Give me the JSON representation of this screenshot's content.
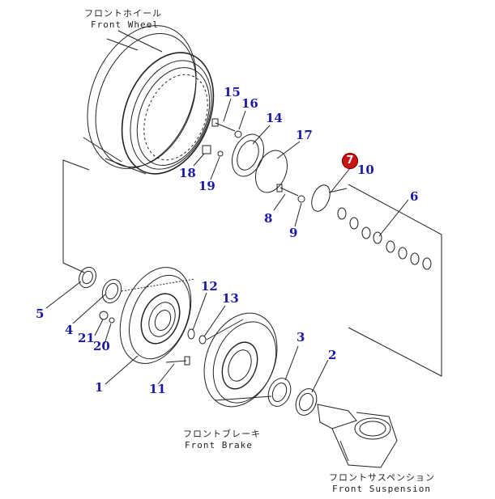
{
  "captions": {
    "wheel_jp": "フロントホイール",
    "wheel_en": "Front Wheel",
    "brake_jp": "フロントブレーキ",
    "brake_en": "Front Brake",
    "susp_jp": "フロントサスペンション",
    "susp_en": "Front Suspension"
  },
  "highlighted_part": "7",
  "parts": {
    "p1": "1",
    "p2": "2",
    "p3": "3",
    "p4": "4",
    "p5": "5",
    "p6": "6",
    "p8": "8",
    "p9": "9",
    "p10": "10",
    "p11": "11",
    "p12": "12",
    "p13": "13",
    "p14": "14",
    "p15": "15",
    "p16": "16",
    "p17": "17",
    "p18": "18",
    "p19": "19",
    "p20": "20",
    "p21": "21"
  },
  "colors": {
    "label": "#1a1aa6",
    "highlight": "#c81414",
    "line": "#222222"
  }
}
